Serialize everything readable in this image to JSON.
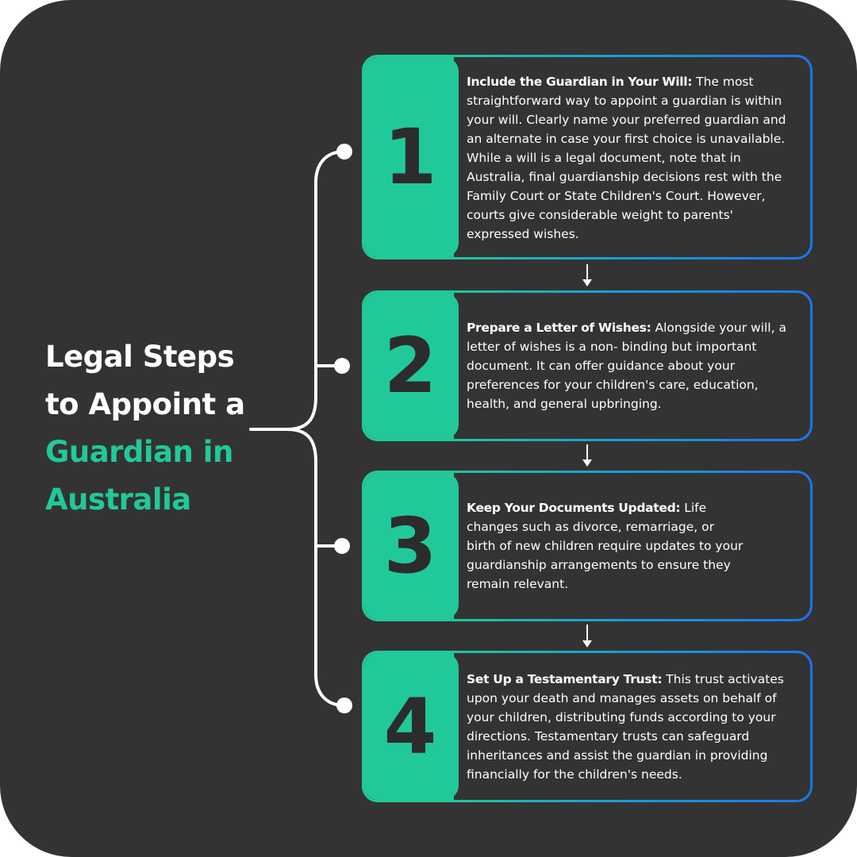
{
  "title": {
    "line1": "Legal Steps",
    "line2": "to Appoint a",
    "line3": "Guardian in",
    "line4": "Australia"
  },
  "colors": {
    "background": "#333333",
    "accent": "#21c99a",
    "border_blue": "#1778ee",
    "text": "#ffffff"
  },
  "steps": [
    {
      "number": "1",
      "heading": "Include the Guardian in Your Will:",
      "body": " The most straightforward way to appoint a guardian is within your will. Clearly name your preferred guardian and an alternate in case your first choice is unavailable. While a will is a legal document, note that in Australia, final guardianship decisions rest with the Family Court or State Children's Court. However, courts give considerable weight to parents' expressed wishes."
    },
    {
      "number": "2",
      "heading": "Prepare a Letter of Wishes:",
      "body": " Alongside your will, a letter of wishes is a non- binding but important document. It can offer guidance about your preferences for your children's care, education, health, and general upbringing."
    },
    {
      "number": "3",
      "heading": "Keep Your Documents Updated:",
      "body": " Life changes such as divorce, remarriage, or birth of new children require updates to your guardianship arrangements to ensure they remain relevant."
    },
    {
      "number": "4",
      "heading": "Set Up a Testamentary Trust:",
      "body": " This trust activates upon your death and manages assets on behalf of your children, distributing funds according to your directions. Testamentary trusts can safeguard inheritances and assist the guardian in providing financially for the children's needs."
    }
  ]
}
